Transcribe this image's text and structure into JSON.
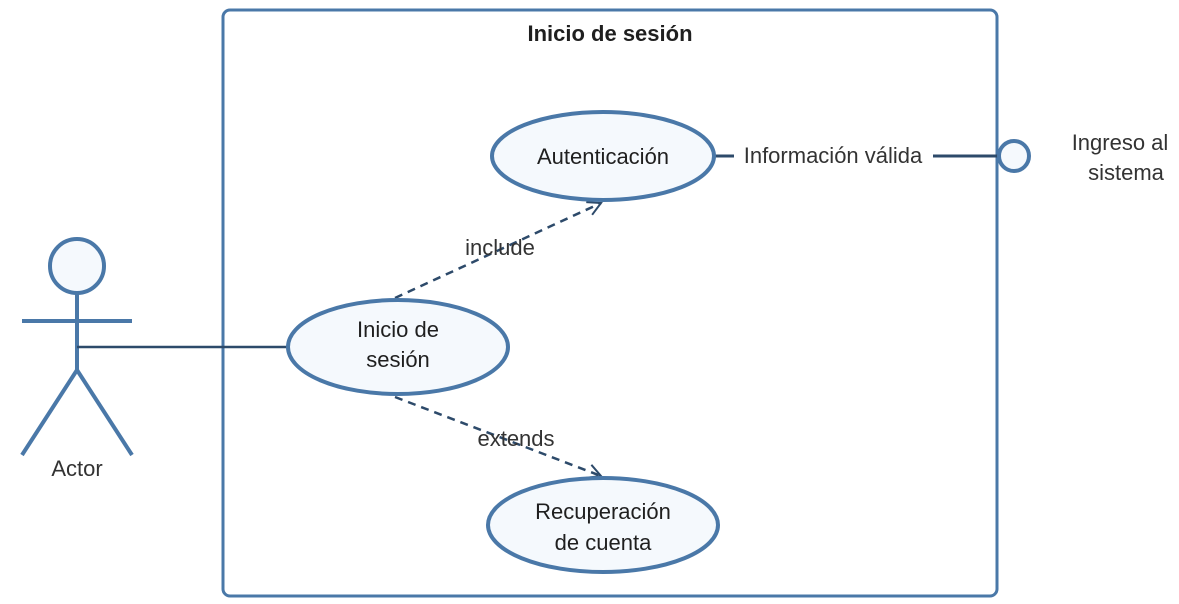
{
  "diagram": {
    "system_boundary": {
      "title": "Inicio de sesión"
    },
    "actor": {
      "label": "Actor"
    },
    "use_cases": {
      "login": {
        "line1": "Inicio de",
        "line2": "sesión"
      },
      "auth": {
        "line1": "Autenticación"
      },
      "recovery": {
        "line1": "Recuperación",
        "line2": "de cuenta"
      }
    },
    "relations": {
      "include": "include",
      "extends": "extends",
      "interface": "Información válida"
    },
    "provided_interface": {
      "line1": "Ingreso al",
      "line2": "sistema"
    }
  },
  "colors": {
    "stroke": "#4a78a8",
    "fill": "#f5f9fd",
    "line": "#2d4a6a",
    "text": "#333333"
  }
}
